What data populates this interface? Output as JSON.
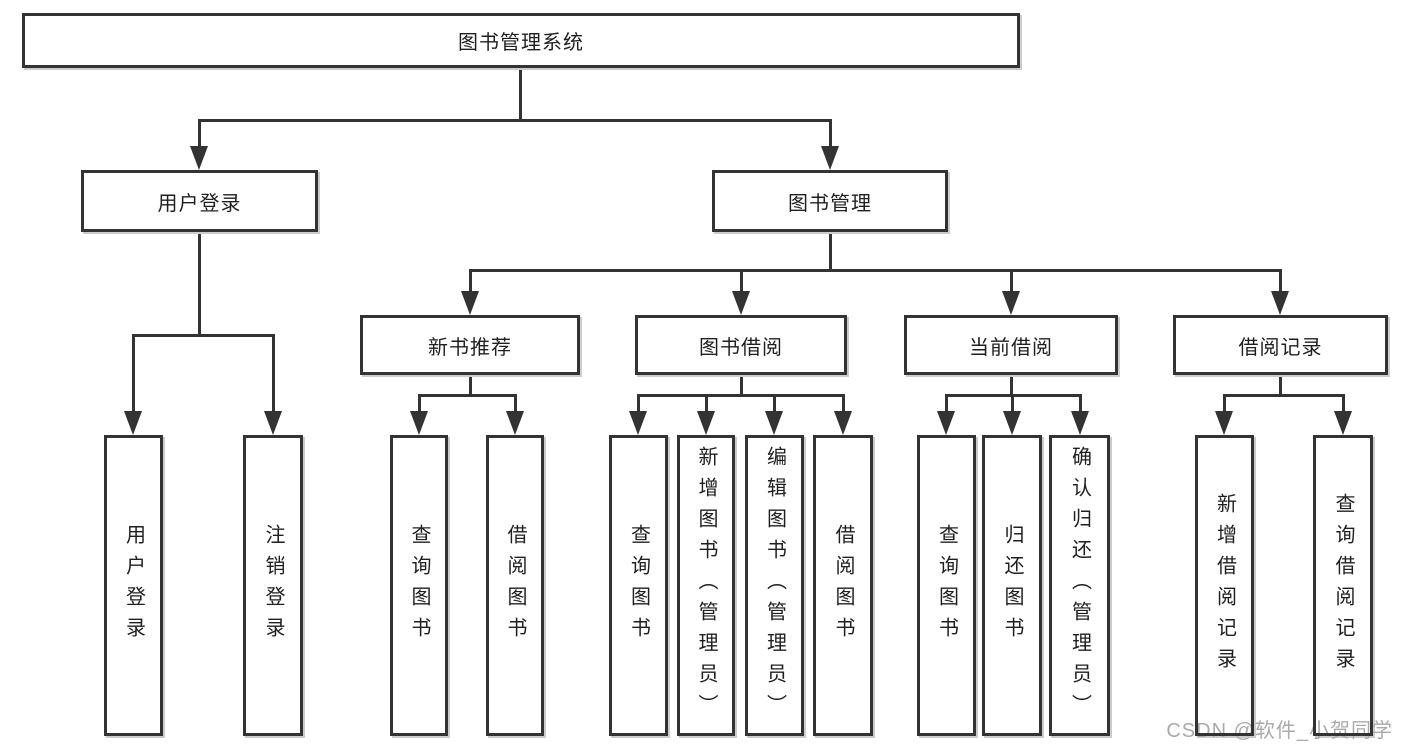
{
  "tree": {
    "label": "图书管理系统",
    "children": [
      {
        "label": "用户登录",
        "children": [
          {
            "label": "用户登录"
          },
          {
            "label": "注销登录"
          }
        ]
      },
      {
        "label": "图书管理",
        "children": [
          {
            "label": "新书推荐",
            "children": [
              {
                "label": "查询图书"
              },
              {
                "label": "借阅图书"
              }
            ]
          },
          {
            "label": "图书借阅",
            "children": [
              {
                "label": "查询图书"
              },
              {
                "label": "新增图书（管理员）"
              },
              {
                "label": "编辑图书（管理员）"
              },
              {
                "label": "借阅图书"
              }
            ]
          },
          {
            "label": "当前借阅",
            "children": [
              {
                "label": "查询图书"
              },
              {
                "label": "归还图书"
              },
              {
                "label": "确认归还（管理员）"
              }
            ]
          },
          {
            "label": "借阅记录",
            "children": [
              {
                "label": "新增借阅记录"
              },
              {
                "label": "查询借阅记录"
              }
            ]
          }
        ]
      }
    ]
  },
  "watermark": {
    "text": "CSDN @软件_小贺同学"
  },
  "colors": {
    "line": "#333333",
    "text": "#1f1f1f",
    "watermark": "#aaaaaa",
    "background": "#ffffff"
  }
}
